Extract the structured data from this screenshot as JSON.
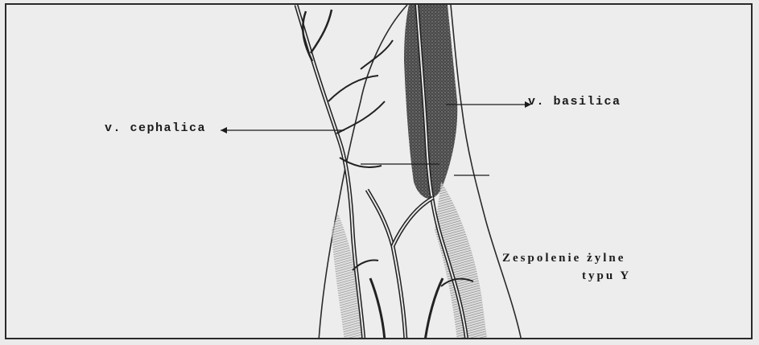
{
  "labels": {
    "basilica": "v. basilica",
    "cephalica": "v. cephalica",
    "anastomosis_line1": "Zespolenie żylne",
    "anastomosis_line2": "typu Y"
  },
  "colors": {
    "paper": "#ebebeb",
    "ink": "#1b1b1b",
    "bleed_through": "#b8b8b8"
  }
}
